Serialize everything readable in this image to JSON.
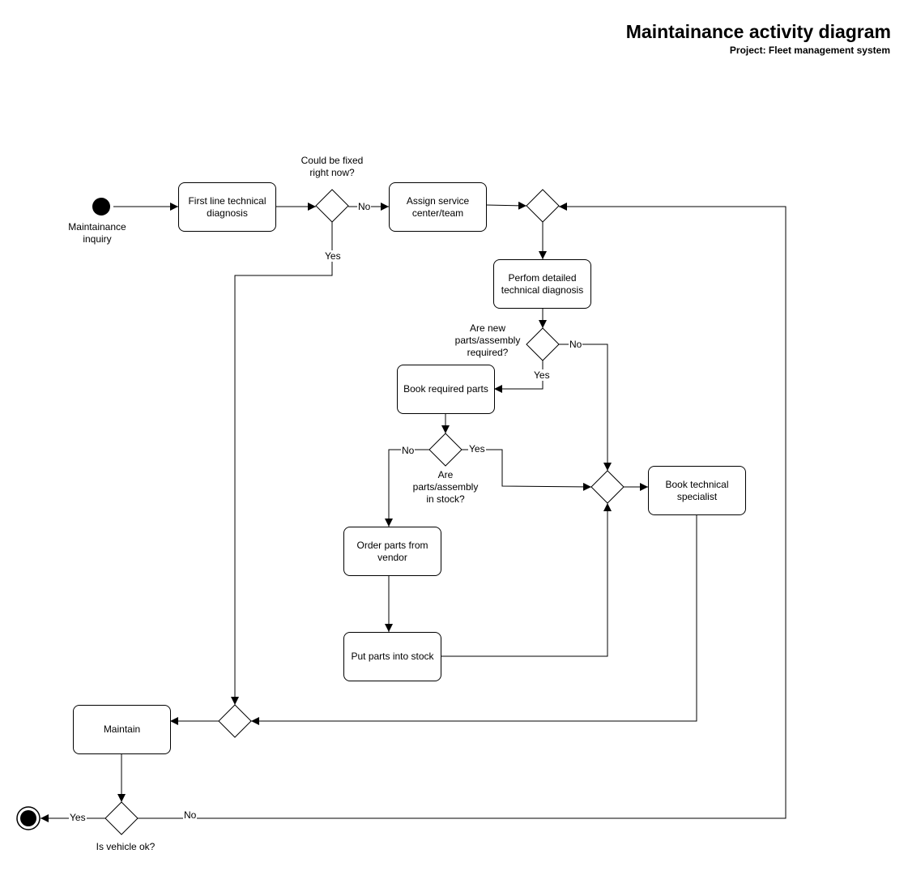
{
  "header": {
    "title": "Maintainance activity diagram",
    "subtitle": "Project: Fleet management system"
  },
  "start": {
    "label_line1": "Maintainance",
    "label_line2": "inquiry"
  },
  "activities": {
    "first_line": {
      "line1": "First line technical",
      "line2": "diagnosis"
    },
    "assign_service": {
      "line1": "Assign service",
      "line2": "center/team"
    },
    "detailed_diagnosis": {
      "line1": "Perfom detailed",
      "line2": "technical diagnosis"
    },
    "book_parts": {
      "line1": "Book required parts"
    },
    "book_specialist": {
      "line1": "Book technical",
      "line2": "specialist"
    },
    "order_parts": {
      "line1": "Order parts from",
      "line2": "vendor"
    },
    "put_stock": {
      "line1": "Put parts into stock"
    },
    "maintain": {
      "line1": "Maintain"
    }
  },
  "decisions": {
    "fixed_now": {
      "line1": "Could be fixed",
      "line2": "right now?",
      "yes": "Yes",
      "no": "No"
    },
    "new_parts": {
      "line1": "Are new",
      "line2": "parts/assembly",
      "line3": "required?",
      "yes": "Yes",
      "no": "No"
    },
    "in_stock": {
      "line1": "Are",
      "line2": "parts/assembly",
      "line3": "in stock?",
      "yes": "Yes",
      "no": "No"
    },
    "vehicle_ok": {
      "line1": "Is vehicle ok?",
      "yes": "Yes",
      "no": "No"
    }
  }
}
